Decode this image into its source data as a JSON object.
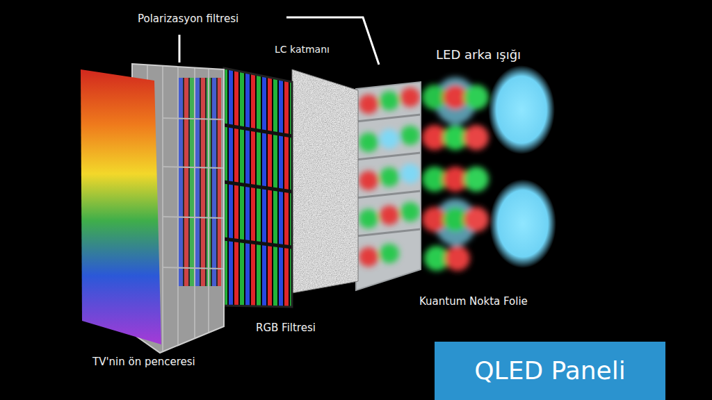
{
  "diagram": {
    "nodes": [
      {
        "text": [
          "QLED Paneli"
        ]
      }
    ],
    "labels": [
      "Polarizasyon filtresi",
      "LC katmanı",
      "LED arka ışığı",
      "Kuantum Nokta Folie",
      "RGB Filtresi",
      "TV'nin ön penceresi"
    ]
  }
}
